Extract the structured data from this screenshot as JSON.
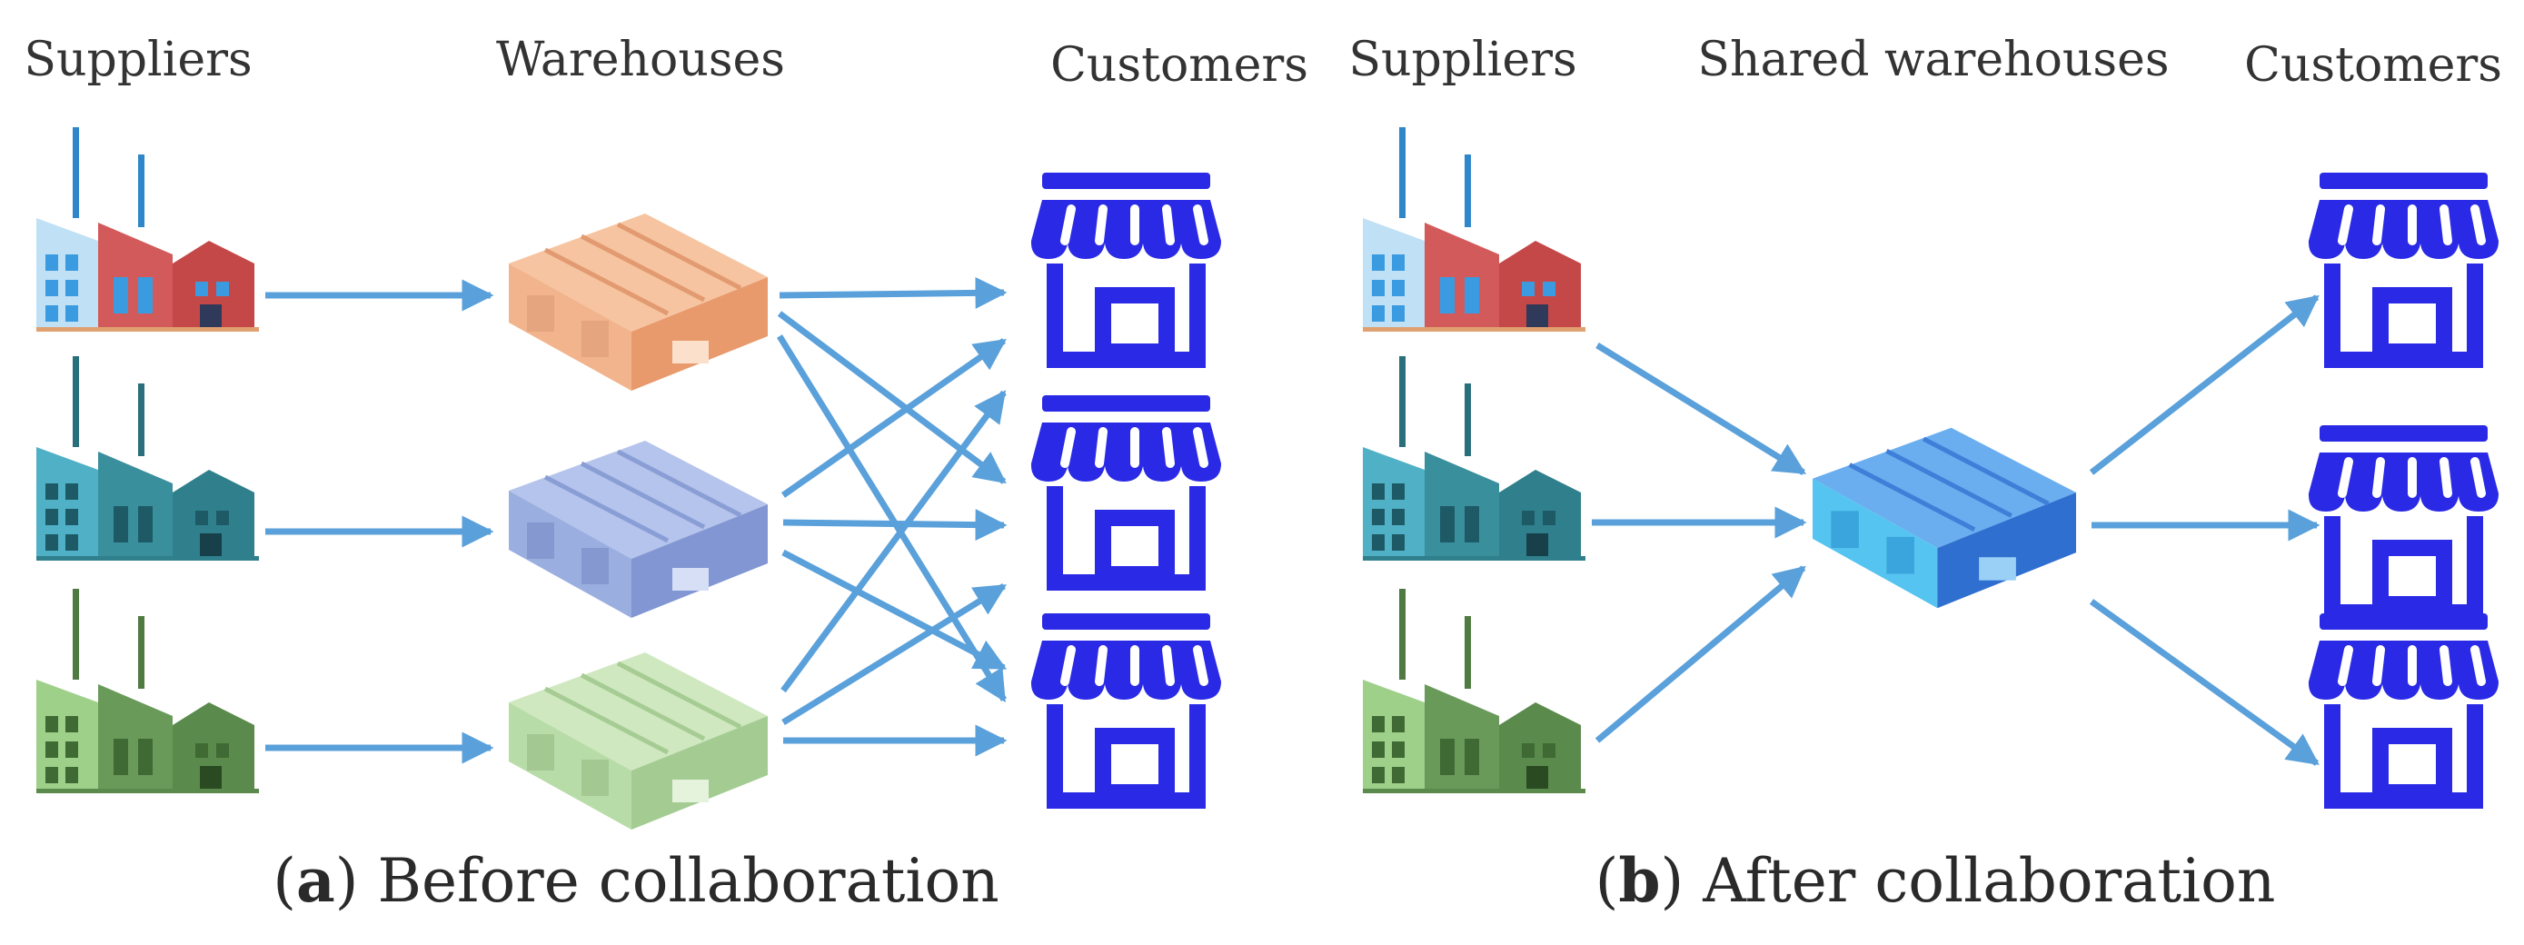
{
  "panel_a": {
    "headings": {
      "suppliers": "Suppliers",
      "warehouses": "Warehouses",
      "customers": "Customers"
    },
    "caption_letter": "a",
    "caption_text": "Before collaboration"
  },
  "panel_b": {
    "headings": {
      "suppliers": "Suppliers",
      "warehouses": "Shared warehouses",
      "customers": "Customers"
    },
    "caption_letter": "b",
    "caption_text": "After collaboration"
  },
  "colors": {
    "arrow": "#5aa0da",
    "store": "#2a2ae6",
    "factory_red": "#d35a5a",
    "factory_teal": "#3a8f9c",
    "factory_green": "#6a9a5a",
    "warehouse_orange": "#f2b48c",
    "warehouse_blue": "#9aaee0",
    "warehouse_green": "#b8dca8",
    "warehouse_shared": "#3f8ee0"
  }
}
